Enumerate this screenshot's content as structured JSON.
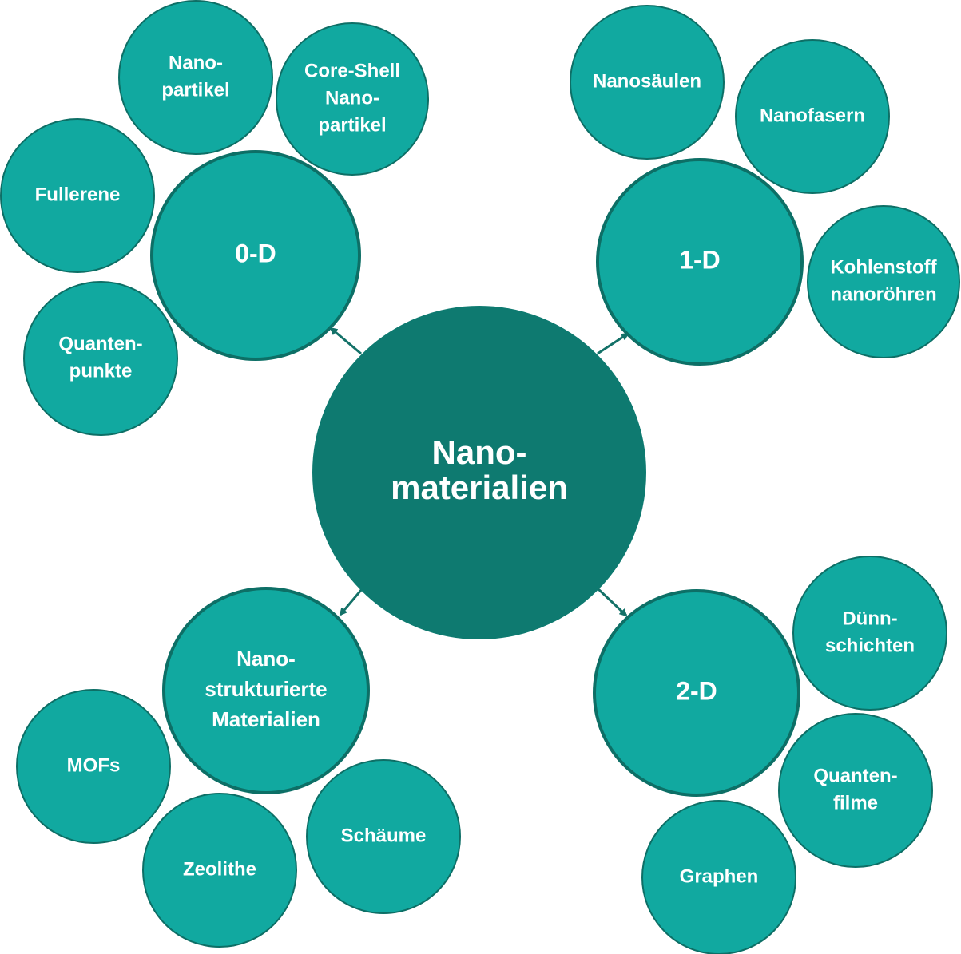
{
  "colors": {
    "center_fill": "#0e7a70",
    "node_fill": "#11a9a0",
    "node_stroke": "#0d6f66",
    "arrow": "#137168",
    "text": "#ffffff"
  },
  "center": {
    "lines": [
      "Nano-",
      "materialien"
    ]
  },
  "categories": {
    "zero_d": {
      "lines": [
        "0-D"
      ]
    },
    "one_d": {
      "lines": [
        "1-D"
      ]
    },
    "two_d": {
      "lines": [
        "2-D"
      ]
    },
    "nanostructured": {
      "lines": [
        "Nano-",
        "strukturierte",
        "Materialien"
      ]
    }
  },
  "leaves": {
    "nanopartikel": {
      "lines": [
        "Nano-",
        "partikel"
      ]
    },
    "core_shell": {
      "lines": [
        "Core-Shell",
        "Nano-",
        "partikel"
      ]
    },
    "fullerene": {
      "lines": [
        "Fullerene"
      ]
    },
    "quantenpunkte": {
      "lines": [
        "Quanten-",
        "punkte"
      ]
    },
    "nanosaeulen": {
      "lines": [
        "Nanosäulen"
      ]
    },
    "nanofasern": {
      "lines": [
        "Nanofasern"
      ]
    },
    "kohlenstoff": {
      "lines": [
        "Kohlenstoff",
        "nanoröhren"
      ]
    },
    "duennschichten": {
      "lines": [
        "Dünn-",
        "schichten"
      ]
    },
    "quantenfilme": {
      "lines": [
        "Quanten-",
        "filme"
      ]
    },
    "graphen": {
      "lines": [
        "Graphen"
      ]
    },
    "mofs": {
      "lines": [
        "MOFs"
      ]
    },
    "zeolithe": {
      "lines": [
        "Zeolithe"
      ]
    },
    "schaeume": {
      "lines": [
        "Schäume"
      ]
    }
  }
}
